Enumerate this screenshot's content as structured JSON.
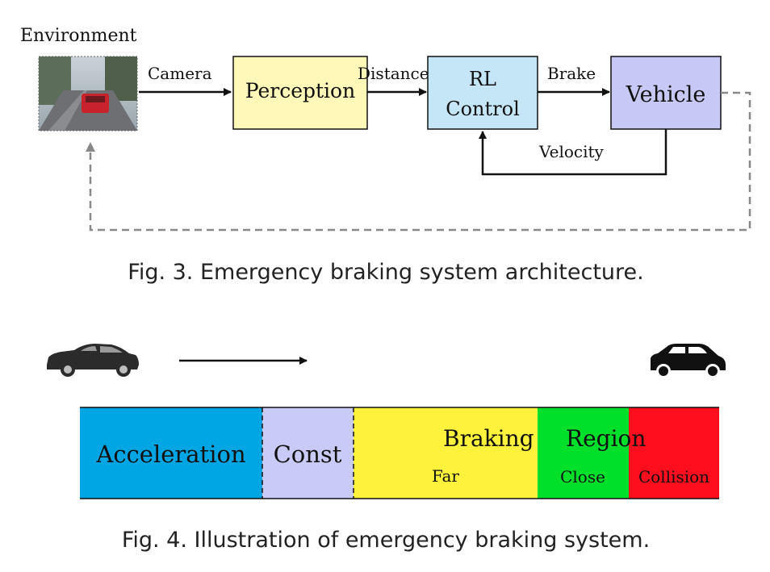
{
  "fig3": {
    "environment_label": "Environment",
    "edges": {
      "camera": "Camera",
      "distance": "Distance",
      "brake": "Brake",
      "velocity": "Velocity"
    },
    "nodes": {
      "perception": "Perception",
      "rl_control_line1": "RL",
      "rl_control_line2": "Control",
      "vehicle": "Vehicle"
    },
    "caption": "Fig. 3.  Emergency braking system architecture."
  },
  "fig4": {
    "segments": {
      "acceleration": "Acceleration",
      "const": "Const",
      "braking": "Braking",
      "region": "Region",
      "far": "Far",
      "close": "Close",
      "collision": "Collision"
    },
    "caption": "Fig. 4.  Illustration of emergency braking system."
  },
  "colors": {
    "perception": "#FFF8B8",
    "rl_control": "#C4E6F7",
    "vehicle": "#C8C8F5",
    "acceleration": "#00A6E4",
    "const": "#CACAF6",
    "far": "#FFF23C",
    "close": "#00E02A",
    "collision": "#FF0E1E"
  }
}
